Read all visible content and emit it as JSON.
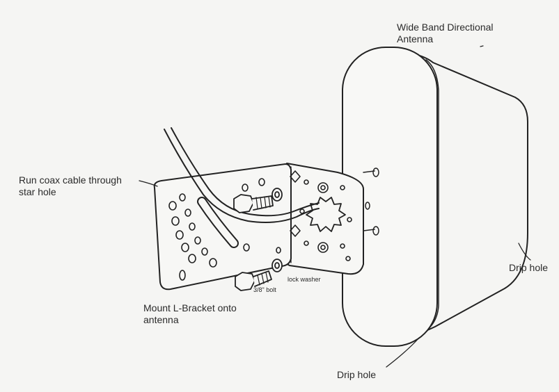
{
  "labels": {
    "antenna_title_line1": "Wide Band Directional",
    "antenna_title_line2": "Antenna",
    "coax_line1": "Run coax cable through",
    "coax_line2": "star hole",
    "mount_line1": "Mount L-Bracket onto",
    "mount_line2": "antenna",
    "drip_hole_right": "Drip hole",
    "drip_hole_bottom": "Drip hole",
    "lock_washer": "lock washer",
    "bolt": "3/8\" bolt"
  }
}
